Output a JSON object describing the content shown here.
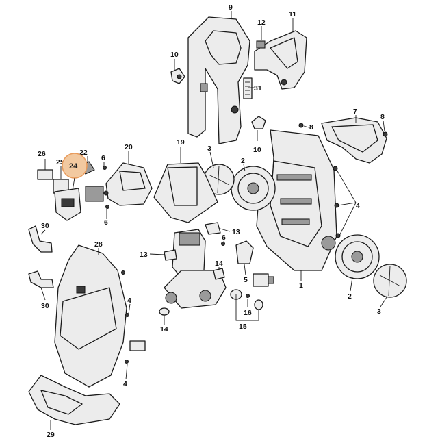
{
  "diagram": {
    "callouts": [
      "1",
      "2",
      "2",
      "3",
      "3",
      "4",
      "4",
      "4",
      "5",
      "6",
      "6",
      "6",
      "7",
      "8",
      "8",
      "9",
      "10",
      "10",
      "11",
      "12",
      "13",
      "13",
      "14",
      "14",
      "15",
      "16",
      "19",
      "20",
      "22",
      "24",
      "25",
      "26",
      "28",
      "29",
      "30",
      "30",
      "31"
    ],
    "highlighted_part": "24",
    "highlight_color": "#f2c9a0"
  }
}
